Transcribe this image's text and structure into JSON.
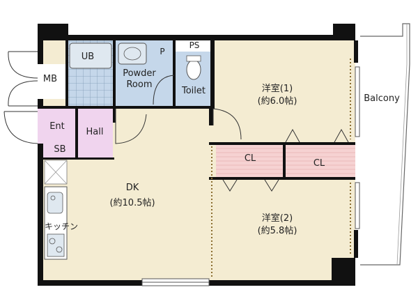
{
  "rooms": {
    "ub": "UB",
    "mb": "MB",
    "powder_room_line1": "Powder",
    "powder_room_line2": "Room",
    "p": "P",
    "ps": "PS",
    "toilet": "Toilet",
    "ent": "Ent",
    "hall": "Hall",
    "sb": "SB",
    "dk_name": "DK",
    "dk_size": "(約10.5帖)",
    "kitchen": "キッチン",
    "western1_name": "洋室(1)",
    "western1_size": "(約6.0帖)",
    "western2_name": "洋室(2)",
    "western2_size": "(約5.8帖)",
    "closet1": "CL",
    "closet2": "CL",
    "balcony": "Balcony"
  },
  "colors": {
    "floor_living": "#f4ecd2",
    "floor_wet": "#c5d7ea",
    "floor_entry": "#f0d4ee",
    "closet": "#f6d2d2",
    "wall": "#111111"
  }
}
